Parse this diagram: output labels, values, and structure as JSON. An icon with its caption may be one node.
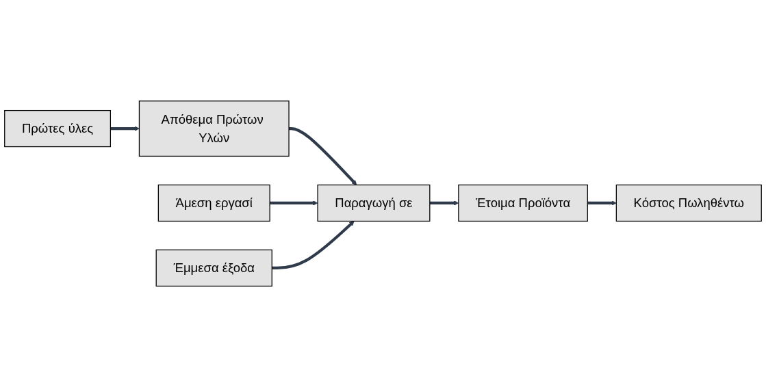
{
  "diagram": {
    "nodes": [
      {
        "text": [
          "Πρώτες ύλες"
        ]
      },
      {
        "text": [
          "Απόθεμα Πρώτων Υλών"
        ]
      },
      {
        "text": [
          "Παραγωγή σε"
        ]
      },
      {
        "text": [
          "Έτοιμα Προϊόντα"
        ]
      },
      {
        "text": [
          "Άμεση εργασί"
        ]
      },
      {
        "text": [
          "Έμμεσα έξοδα"
        ]
      },
      {
        "text": [
          "Κόστος Πωληθέντω"
        ]
      }
    ],
    "edges": [
      {
        "from": 0,
        "to": 1,
        "arrow": "to"
      },
      {
        "from": 1,
        "to": 2,
        "arrow": "to"
      },
      {
        "from": 2,
        "to": 3,
        "arrow": "to"
      },
      {
        "from": 4,
        "to": 2,
        "arrow": "to"
      },
      {
        "from": 5,
        "to": 2,
        "arrow": "to"
      },
      {
        "from": 3,
        "to": 6,
        "arrow": "to"
      }
    ]
  }
}
